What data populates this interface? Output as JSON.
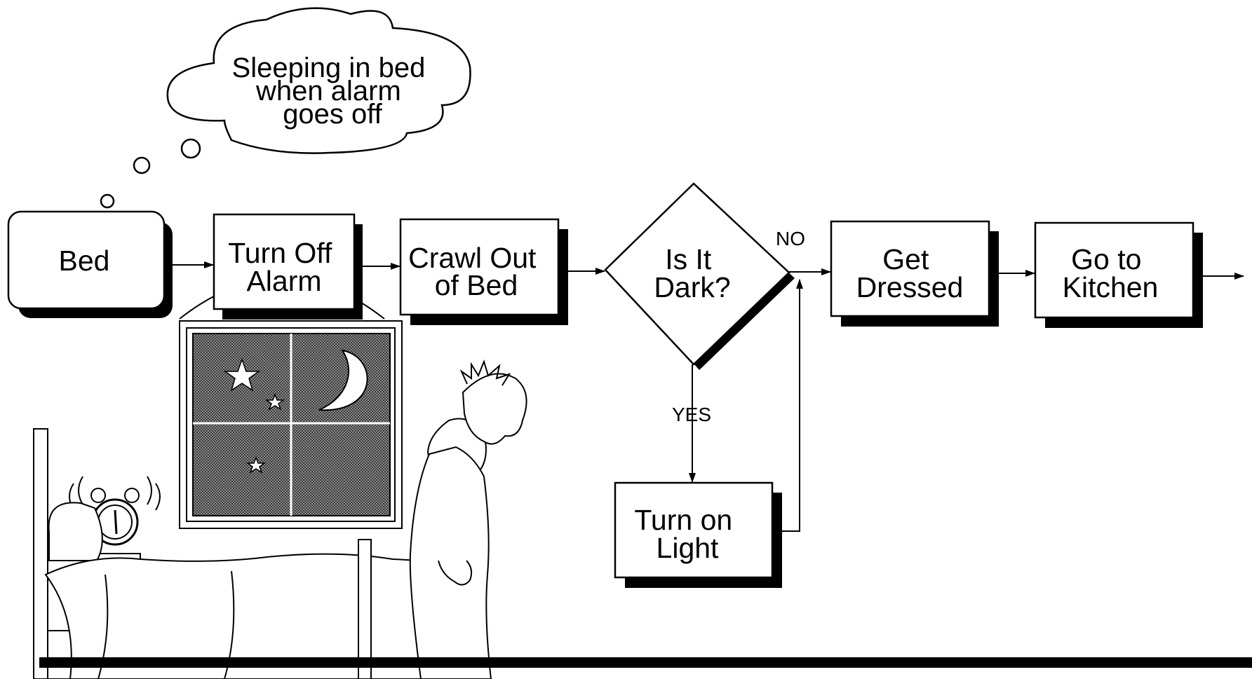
{
  "diagram": {
    "thought_bubble": {
      "lines": [
        "Sleeping in bed",
        "when alarm",
        "goes off"
      ]
    },
    "nodes": {
      "bed": {
        "lines": [
          "Bed"
        ]
      },
      "turn_off_alarm": {
        "lines": [
          "Turn Off",
          "Alarm"
        ]
      },
      "crawl_out": {
        "lines": [
          "Crawl Out",
          "of Bed"
        ]
      },
      "is_it_dark": {
        "lines": [
          "Is It",
          "Dark?"
        ]
      },
      "get_dressed": {
        "lines": [
          "Get",
          "Dressed"
        ]
      },
      "go_to_kitchen": {
        "lines": [
          "Go to",
          "Kitchen"
        ]
      },
      "turn_on_light": {
        "lines": [
          "Turn on",
          "Light"
        ]
      }
    },
    "edge_labels": {
      "no": "NO",
      "yes": "YES"
    },
    "colors": {
      "ink": "#000000",
      "paper": "#ffffff",
      "window_night": "#6e6e6e"
    }
  }
}
